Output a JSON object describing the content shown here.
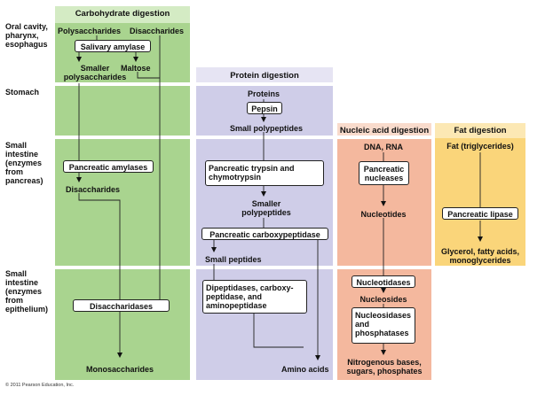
{
  "colors": {
    "carb_header": "#d4ebc4",
    "carb": "#a9d48f",
    "protein_header": "#e6e4f3",
    "protein": "#cfcde8",
    "nucleic_header": "#f9dbcc",
    "nucleic": "#f4b89e",
    "fat_header": "#fce8b4",
    "fat": "#fad57a"
  },
  "regions": {
    "oral": "Oral cavity,\npharynx,\nesophagus",
    "stomach": "Stomach",
    "small_pancreas": "Small\nintestine\n(enzymes\nfrom\npancreas)",
    "small_epithelium": "Small\nintestine\n(enzymes\nfrom\nepithelium)"
  },
  "carb": {
    "header": "Carbohydrate digestion",
    "polysaccharides": "Polysaccharides",
    "disaccharides_top": "Disaccharides",
    "salivary_amylase": "Salivary amylase",
    "smaller_poly": "Smaller\npolysaccharides",
    "maltose": "Maltose",
    "pancreatic_amylases": "Pancreatic amylases",
    "disaccharides_mid": "Disaccharides",
    "disaccharidases": "Disaccharidases",
    "monosaccharides": "Monosaccharides"
  },
  "protein": {
    "header": "Protein digestion",
    "proteins": "Proteins",
    "pepsin": "Pepsin",
    "small_polypeptides": "Small polypeptides",
    "trypsin": "Pancreatic trypsin and\nchymotrypsin",
    "smaller_polypeptides": "Smaller\npolypeptides",
    "carboxypeptidase": "Pancreatic carboxypeptidase",
    "small_peptides": "Small peptides",
    "dipeptidases": "Dipeptidases, carboxy-\npeptidase, and\naminopeptidase",
    "amino_acids": "Amino acids"
  },
  "nucleic": {
    "header": "Nucleic acid digestion",
    "dna_rna": "DNA, RNA",
    "nucleases": "Pancreatic\nnucleases",
    "nucleotides": "Nucleotides",
    "nucleotidases": "Nucleotidases",
    "nucleosides": "Nucleosides",
    "nucleosidases": "Nucleosidases\nand\nphosphatases",
    "products": "Nitrogenous bases,\nsugars, phosphates"
  },
  "fat": {
    "header": "Fat digestion",
    "fat_tg": "Fat (triglycerides)",
    "lipase": "Pancreatic lipase",
    "products": "Glycerol, fatty acids,\nmonoglycerides"
  },
  "copyright": "© 2011 Pearson Education, Inc."
}
